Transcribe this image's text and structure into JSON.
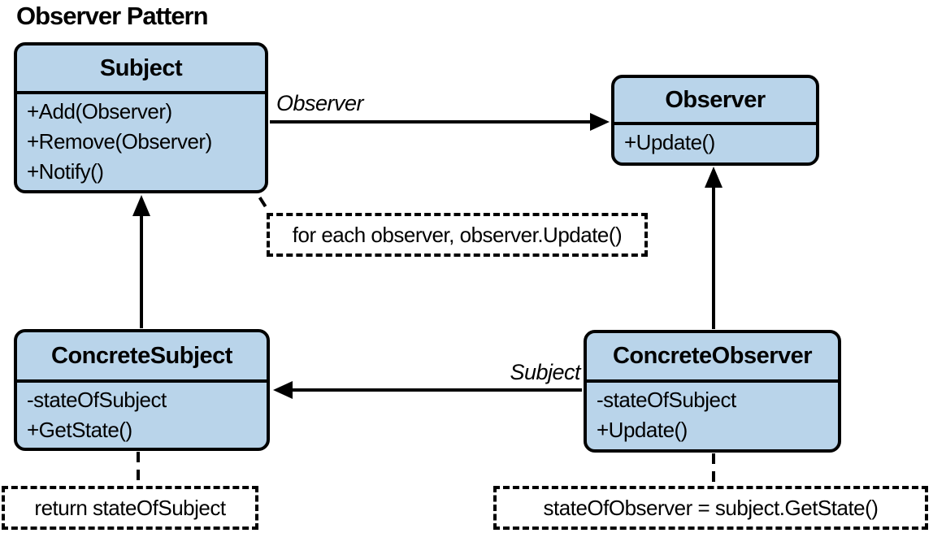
{
  "title": "Observer Pattern",
  "colors": {
    "class_fill": "#B9D4EA",
    "stroke": "#000000",
    "note_background": "#FFFFFF"
  },
  "classes": {
    "subject": {
      "name": "Subject",
      "members": [
        "+Add(Observer)",
        "+Remove(Observer)",
        "+Notify()"
      ]
    },
    "observer": {
      "name": "Observer",
      "members": [
        "+Update()"
      ]
    },
    "concrete_subject": {
      "name": "ConcreteSubject",
      "members": [
        "-stateOfSubject",
        "+GetState()"
      ]
    },
    "concrete_observer": {
      "name": "ConcreteObserver",
      "members": [
        "-stateOfSubject",
        "+Update()"
      ]
    }
  },
  "relationships": [
    {
      "from": "Subject",
      "to": "Observer",
      "label": "Observer",
      "style": "solid-arrow"
    },
    {
      "from": "ConcreteObserver",
      "to": "ConcreteSubject",
      "label": "Subject",
      "style": "solid-arrow"
    },
    {
      "from": "ConcreteSubject",
      "to": "Subject",
      "label": "",
      "style": "solid-arrow"
    },
    {
      "from": "ConcreteObserver",
      "to": "Observer",
      "label": "",
      "style": "solid-arrow"
    }
  ],
  "notes": [
    {
      "attached_to": "Subject",
      "text": "for each observer, observer.Update()"
    },
    {
      "attached_to": "ConcreteSubject",
      "text": "return stateOfSubject"
    },
    {
      "attached_to": "ConcreteObserver",
      "text": "stateOfObserver = subject.GetState()"
    }
  ]
}
